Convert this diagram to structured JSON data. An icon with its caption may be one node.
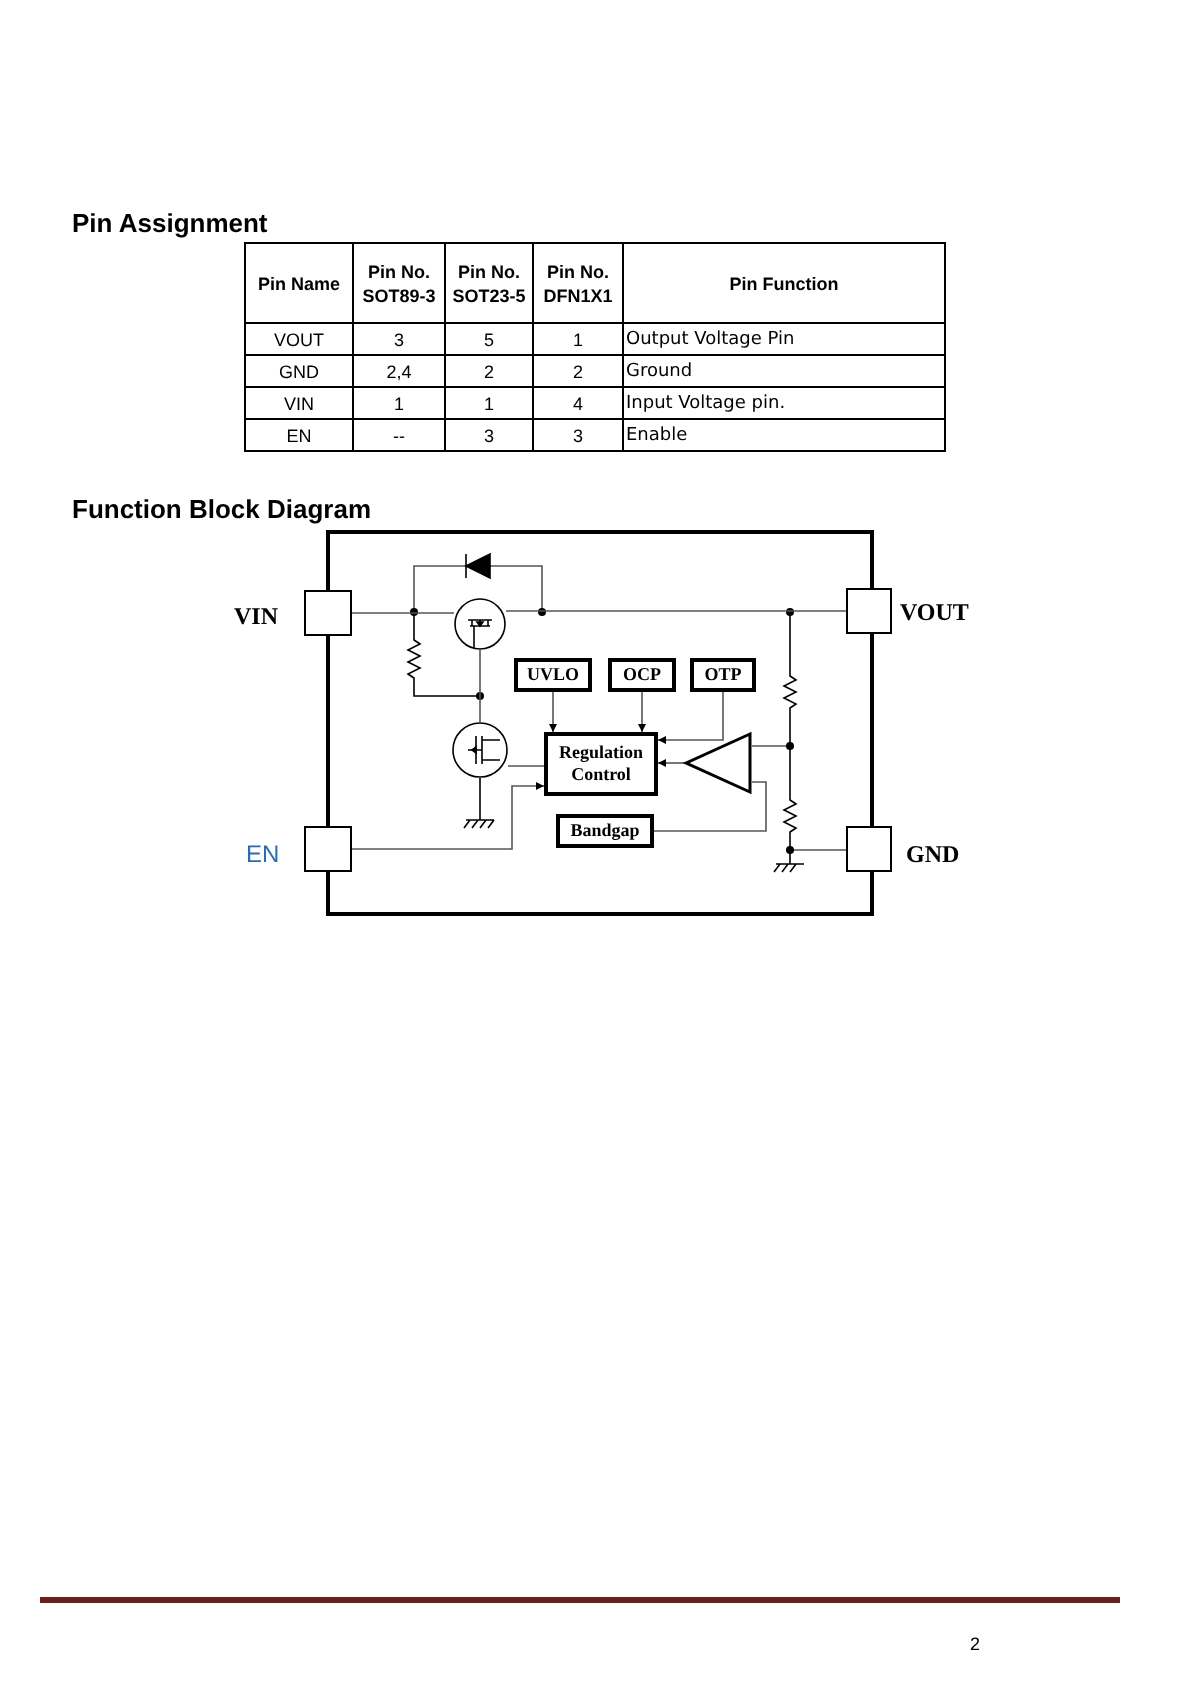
{
  "diagram": {
    "nodes": [
      {
        "text": [
          "VIN"
        ]
      },
      {
        "text": [
          "VOUT"
        ]
      },
      {
        "text": [
          "EN"
        ]
      },
      {
        "text": [
          "GND"
        ]
      },
      {
        "text": [
          "UVLO"
        ]
      },
      {
        "text": [
          "OCP"
        ]
      },
      {
        "text": [
          "OTP"
        ]
      },
      {
        "text": [
          "Regulation Control"
        ]
      },
      {
        "text": [
          "Bandgap"
        ]
      },
      {
        "text": [],
        "shape": "triangle"
      },
      {
        "text": [],
        "shape": "circle"
      },
      {
        "text": [],
        "shape": "circle"
      }
    ],
    "edges": [
      {
        "from": 0,
        "to": 10,
        "arrow": "none"
      },
      {
        "from": 10,
        "to": 1,
        "arrow": "none"
      },
      {
        "from": 4,
        "to": 7,
        "arrow": "to"
      },
      {
        "from": 5,
        "to": 7,
        "arrow": "to"
      },
      {
        "from": 6,
        "to": 7,
        "arrow": "to"
      },
      {
        "from": 9,
        "to": 7,
        "arrow": "to"
      },
      {
        "from": 8,
        "to": 9,
        "arrow": "none"
      },
      {
        "from": 2,
        "to": 7,
        "arrow": "to"
      },
      {
        "from": 11,
        "to": 7,
        "arrow": "none"
      },
      {
        "from": 11,
        "to": 10,
        "arrow": "none"
      }
    ],
    "labels": [
      "Pin Assignment",
      "Pin Name",
      "Pin No. SOT89-3",
      "Pin No. SOT23-5",
      "Pin No. DFN1X1",
      "Pin Function",
      "VOUT",
      "3",
      "5",
      "1",
      "Output Voltage Pin",
      "GND",
      "2,4",
      "2",
      "2",
      "Ground",
      "VIN",
      "1",
      "1",
      "4",
      "Input Voltage pin.",
      "EN",
      "--",
      "3",
      "3",
      "Enable",
      "Function Block Diagram",
      "2"
    ]
  }
}
